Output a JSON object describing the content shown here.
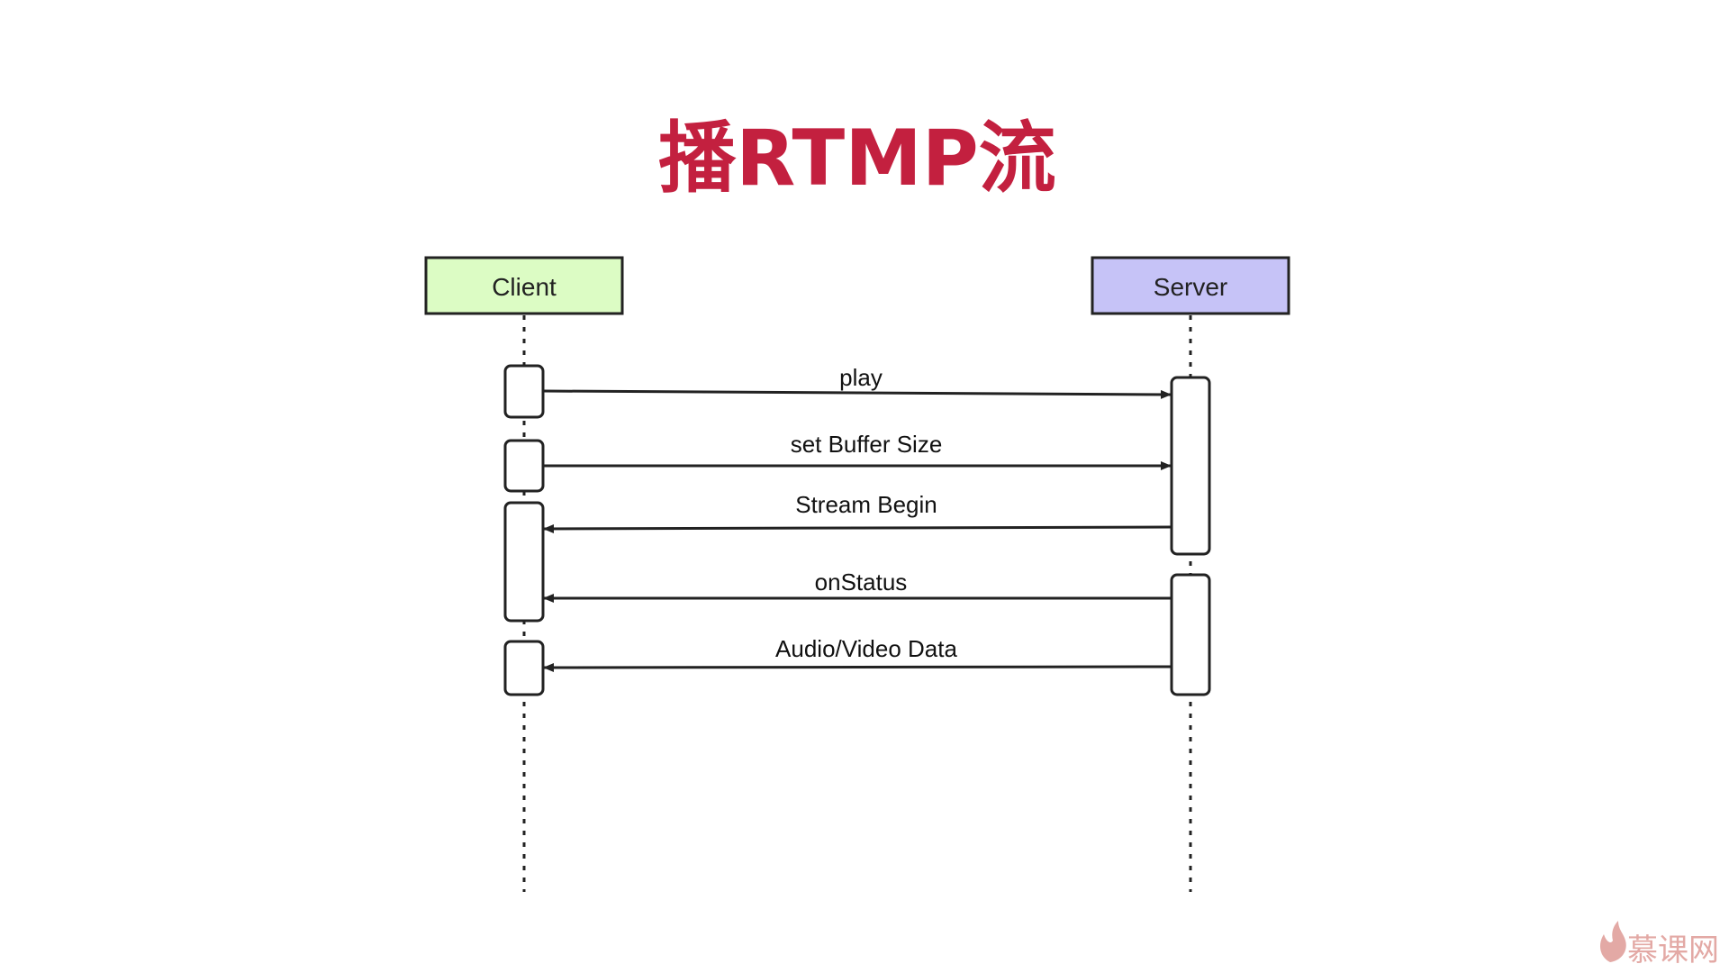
{
  "title": "播RTMP流",
  "actors": [
    {
      "id": "client",
      "label": "Client",
      "fill": "#dcfcc4"
    },
    {
      "id": "server",
      "label": "Server",
      "fill": "#c6c3f7"
    }
  ],
  "messages": [
    {
      "label": "play",
      "from": "Client",
      "to": "Server"
    },
    {
      "label": "set Buffer Size",
      "from": "Client",
      "to": "Server"
    },
    {
      "label": "Stream Begin",
      "from": "Server",
      "to": "Client"
    },
    {
      "label": "onStatus",
      "from": "Server",
      "to": "Client"
    },
    {
      "label": "Audio/Video Data",
      "from": "Server",
      "to": "Client"
    }
  ],
  "watermark": {
    "text": "慕课网",
    "icon": "flame-icon",
    "color": "#e3a9a5"
  },
  "colors": {
    "title": "#c3203f",
    "line": "#222222"
  }
}
